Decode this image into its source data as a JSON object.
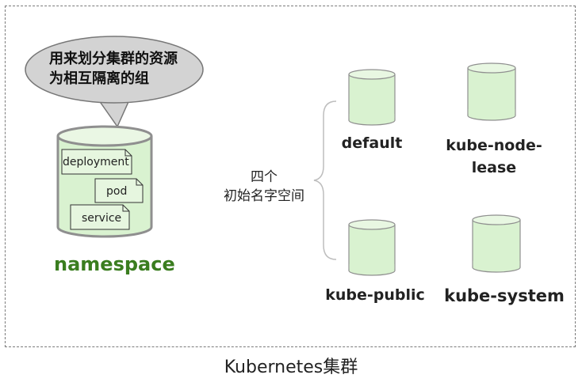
{
  "bubble": {
    "line1": "用来划分集群的资源",
    "line2": "为相互隔离的组"
  },
  "namespace": {
    "title": "namespace",
    "resources": [
      "deployment",
      "pod",
      "service"
    ]
  },
  "initial": {
    "line1": "四个",
    "line2": "初始名字空间"
  },
  "namespaces": [
    {
      "name": "default"
    },
    {
      "name": "kube-node-",
      "name2": "lease"
    },
    {
      "name": "kube-public"
    },
    {
      "name": "kube-system"
    }
  ],
  "cluster": {
    "title": "Kubernetes集群"
  },
  "colors": {
    "cylinder_fill": "#d9f2d0",
    "cylinder_stroke": "#8f8f8f",
    "namespace_text": "#3a7d1f",
    "bubble_fill": "#d3d3d3"
  }
}
